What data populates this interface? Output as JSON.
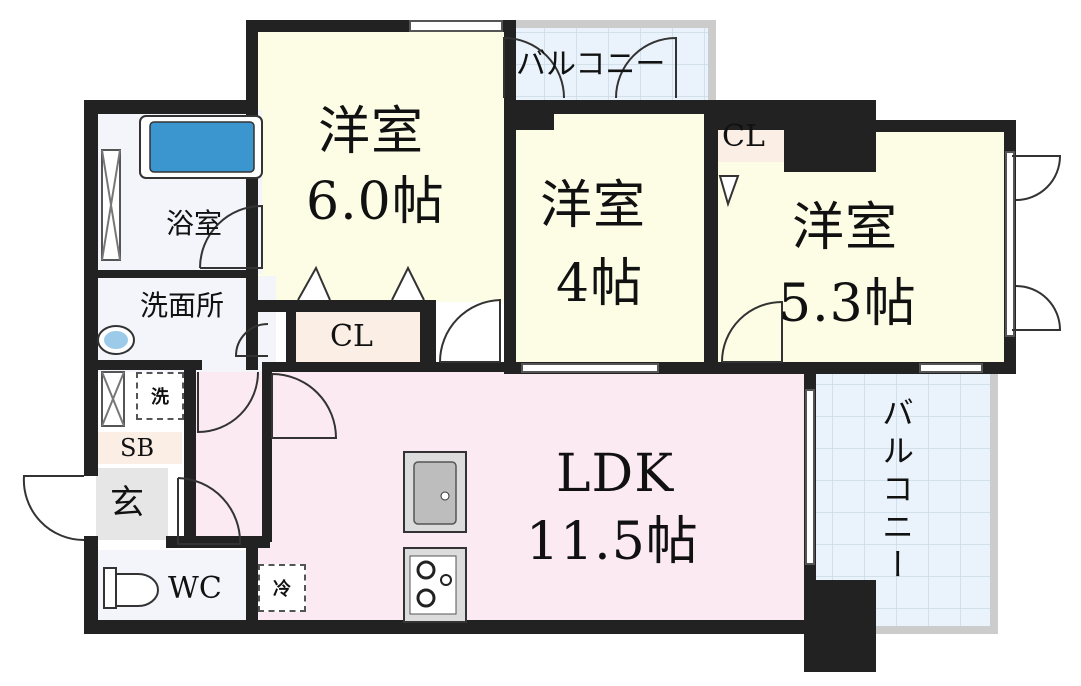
{
  "rooms": {
    "western_room_1": {
      "name": "洋室",
      "size": "6.0帖"
    },
    "western_room_2": {
      "name": "洋室",
      "size": "4帖"
    },
    "western_room_3": {
      "name": "洋室",
      "size": "5.3帖"
    },
    "ldk": {
      "name": "LDK",
      "size": "11.5帖"
    },
    "bathroom": {
      "name": "浴室"
    },
    "washroom": {
      "name": "洗面所"
    },
    "toilet": {
      "name": "WC"
    },
    "entrance": {
      "name": "玄"
    },
    "shoe_box": {
      "name": "SB"
    }
  },
  "closets": {
    "closet_1": "CL",
    "closet_2": "CL"
  },
  "balconies": {
    "top": "バルコニー",
    "right": "バルコニー"
  },
  "appliances": {
    "washer": "洗",
    "fridge": "冷"
  },
  "colors": {
    "western_room": "#fdfde6",
    "ldk": "#fbeaf1",
    "wet_area": "#f3f5fb",
    "closet": "#fbeee4",
    "wall": "#222222",
    "balcony": "#eaf3fb",
    "balcony_frame": "#cccccc"
  }
}
